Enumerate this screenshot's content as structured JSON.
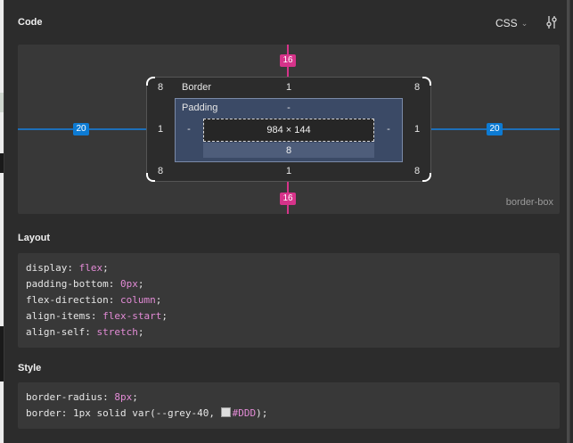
{
  "header": {
    "title": "Code",
    "language": "CSS"
  },
  "icons": {
    "chevron": "chevron-down-icon",
    "settings": "sliders-icon"
  },
  "box_model": {
    "margin": {
      "top": "16",
      "bottom": "16",
      "left": "20",
      "right": "20"
    },
    "border": {
      "label": "Border",
      "top": "1",
      "bottom": "1",
      "left": "1",
      "right": "1"
    },
    "radius": {
      "tl": "8",
      "tr": "8",
      "bl": "8",
      "br": "8"
    },
    "padding": {
      "label": "Padding",
      "top": "-",
      "left": "-",
      "right": "-",
      "bottom": "8"
    },
    "content": "984 × 144",
    "sizing": "border-box",
    "colors": {
      "margin": "#0d7bd3",
      "border_marker": "#d6338a",
      "padding": "#3b4a66"
    }
  },
  "layout": {
    "title": "Layout",
    "lines": [
      {
        "prop": "display",
        "value": "flex"
      },
      {
        "prop": "padding-bottom",
        "value": "0px"
      },
      {
        "prop": "flex-direction",
        "value": "column"
      },
      {
        "prop": "align-items",
        "value": "flex-start"
      },
      {
        "prop": "align-self",
        "value": "stretch"
      }
    ]
  },
  "style": {
    "title": "Style",
    "lines": [
      {
        "prop": "border-radius",
        "value": "8px"
      },
      {
        "prop": "border",
        "value_prefix": "1px solid var(--grey-40, ",
        "swatch_color": "#DDD",
        "value_color": "#DDD",
        "value_suffix": ");"
      }
    ]
  }
}
